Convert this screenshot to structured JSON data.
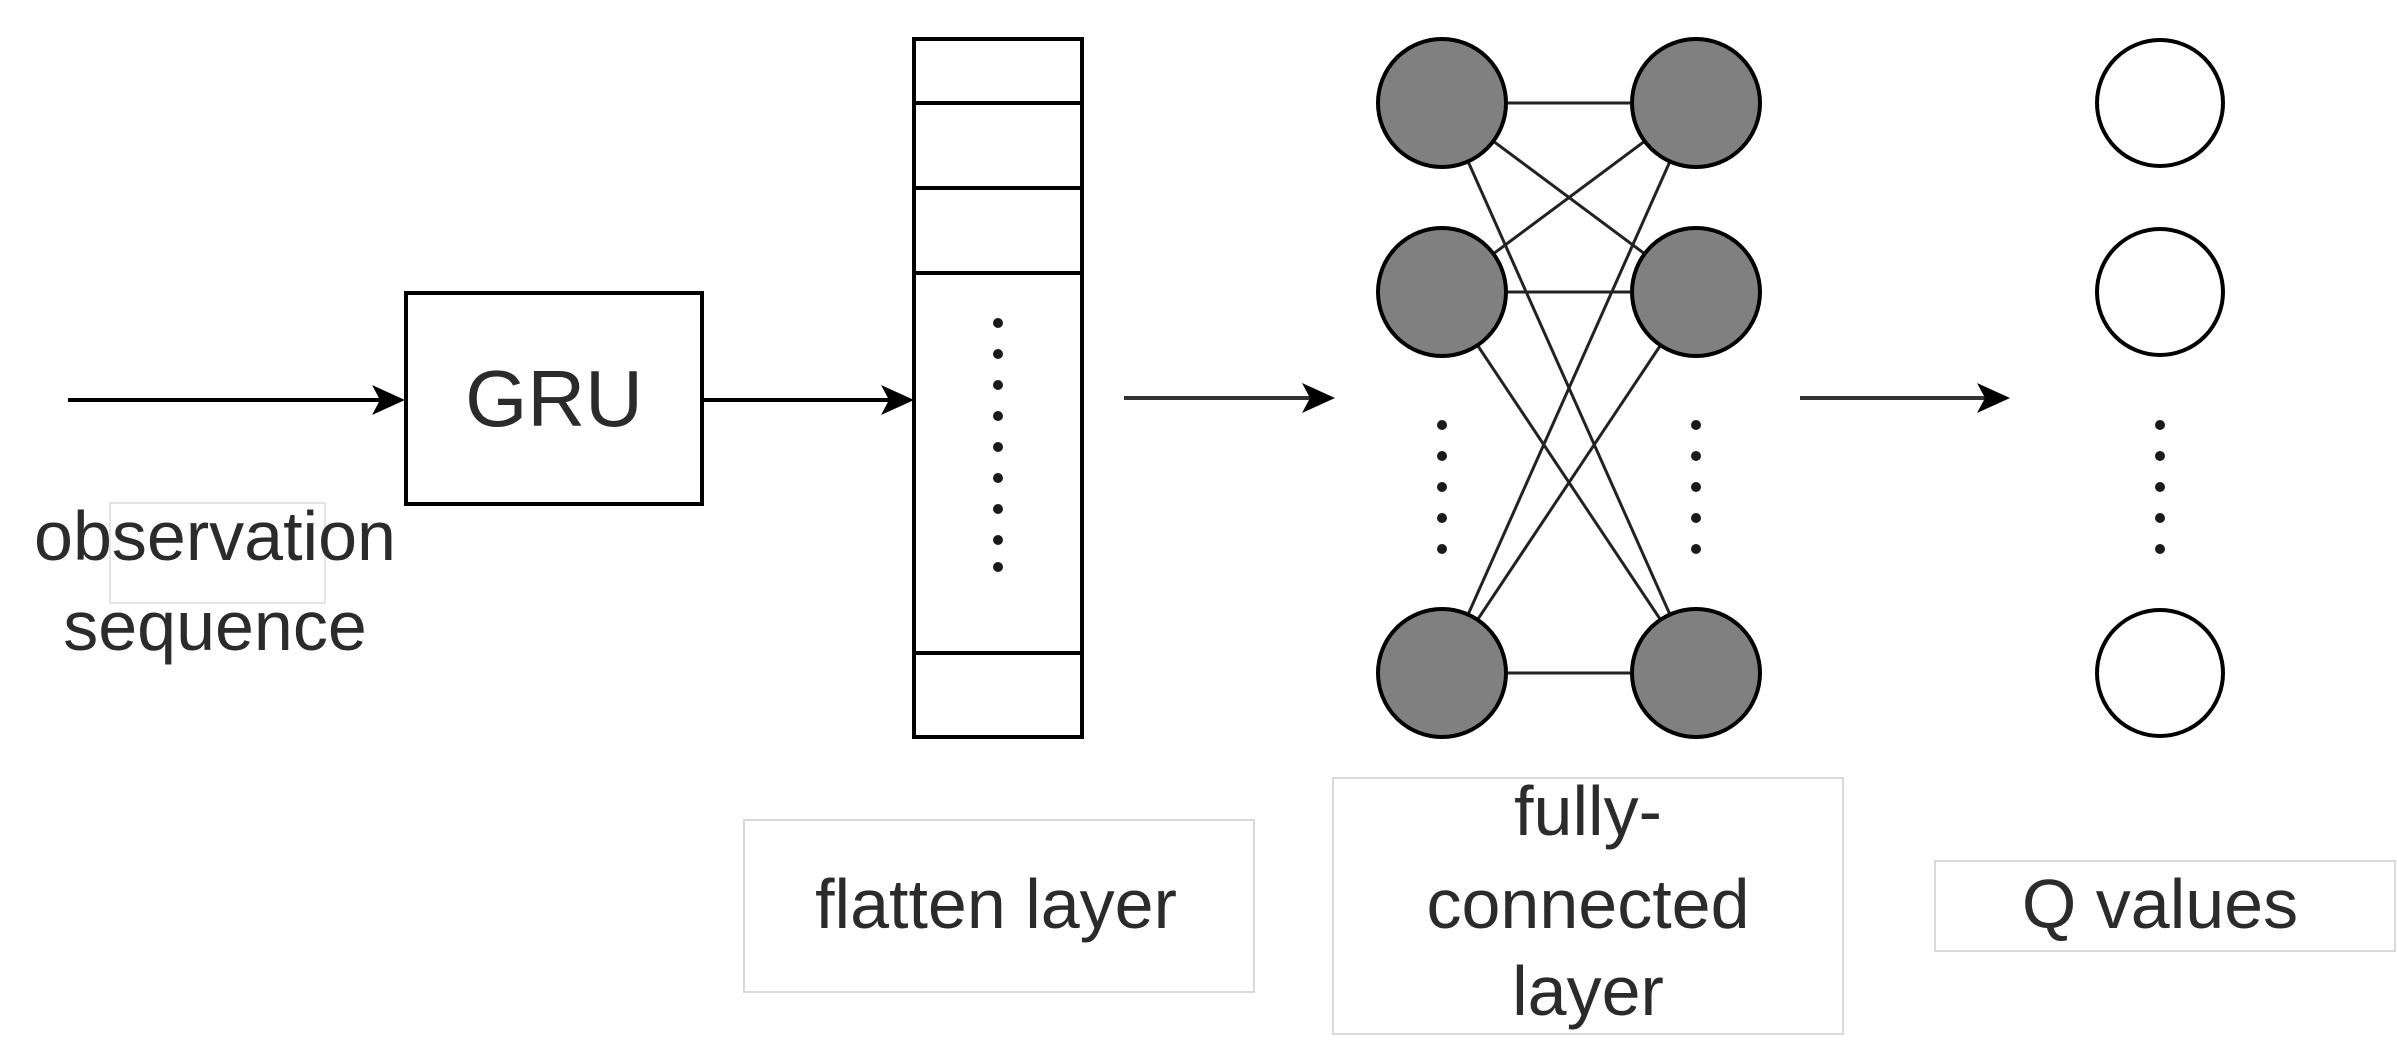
{
  "diagram": {
    "gru_label": "GRU",
    "input_label_line1": "observation",
    "input_label_line2": "sequence",
    "flatten_label": "flatten layer",
    "fc_label_line1": "fully-",
    "fc_label_line2": "connected",
    "fc_label_line3": "layer",
    "output_label": "Q values"
  },
  "colors": {
    "node_fill": "#808080",
    "stroke": "#000000",
    "label_box_border": "#d9d9d9",
    "text": "#2b2b2b"
  }
}
